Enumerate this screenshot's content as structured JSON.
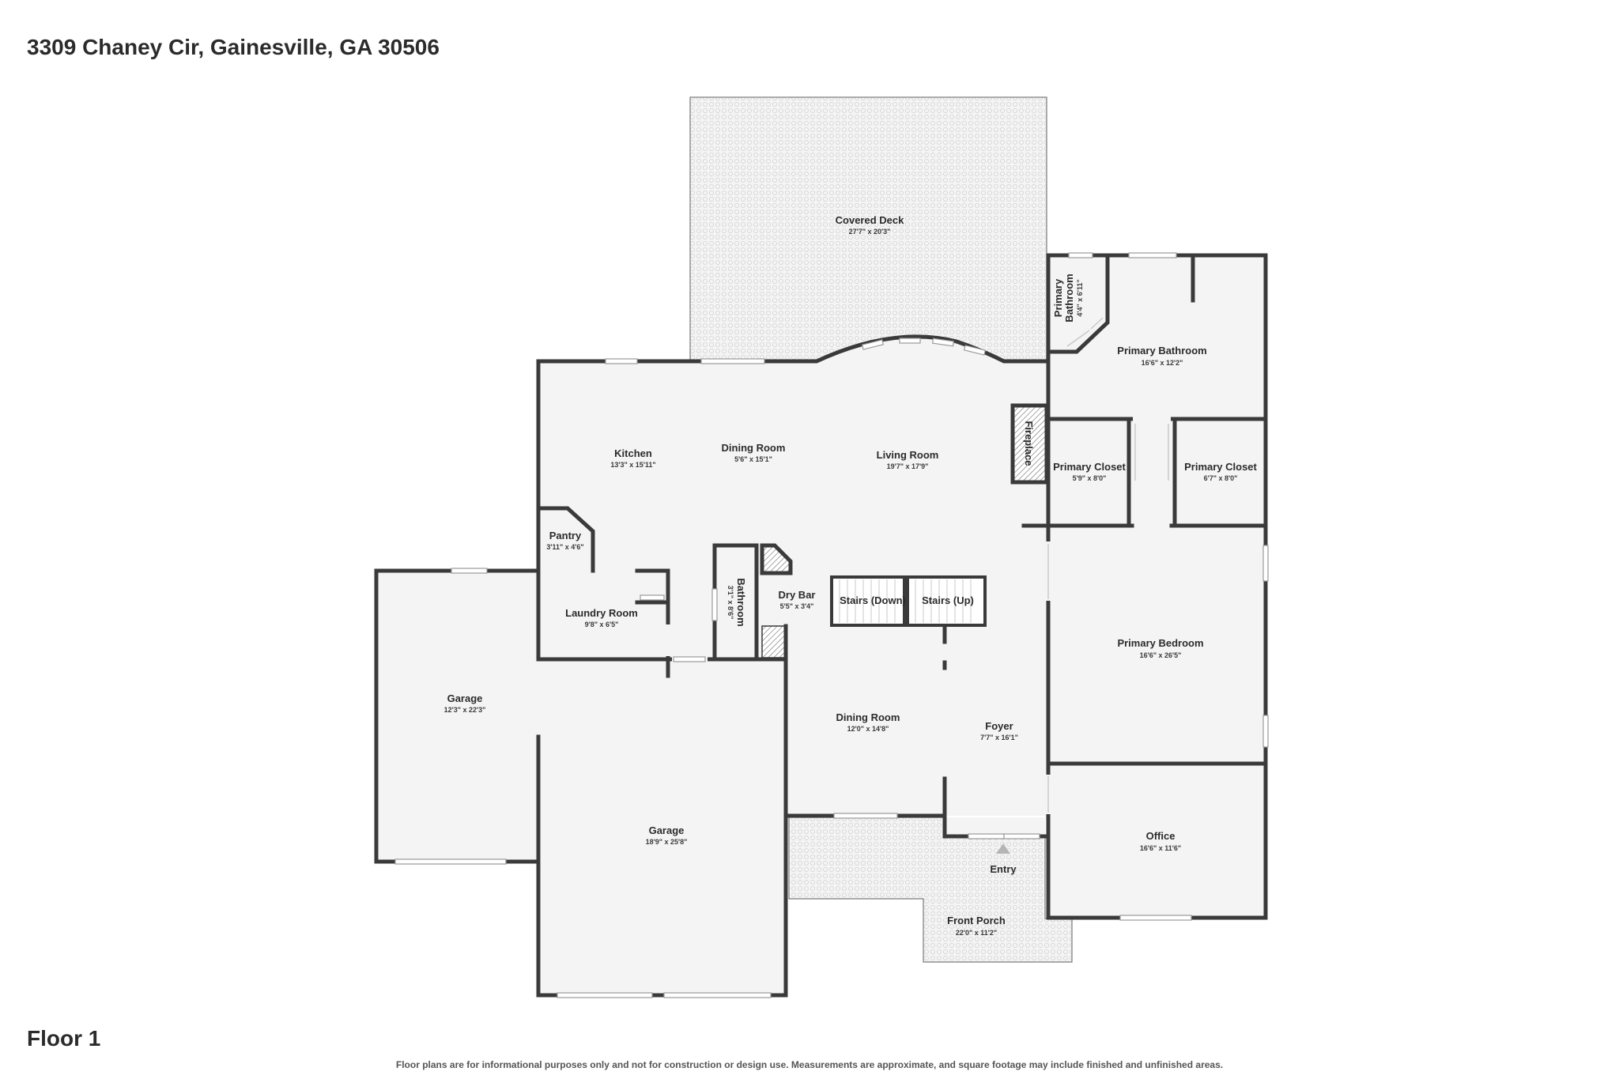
{
  "header": {
    "address": "3309 Chaney Cir, Gainesville, GA 30506"
  },
  "floor": {
    "label": "Floor 1"
  },
  "footer": {
    "disclaimer": "Floor plans are for informational purposes only and not for construction or design use. Measurements are approximate, and square footage may include finished and unfinished areas."
  },
  "rooms": {
    "covered_deck": {
      "name": "Covered Deck",
      "dims": "27'7\" x 20'3\""
    },
    "primary_bath_small": {
      "name_1": "Primary",
      "name_2": "Bathroom",
      "dims": "4'4\" x 6'11\""
    },
    "primary_bathroom": {
      "name": "Primary Bathroom",
      "dims": "16'6\" x 12'2\""
    },
    "kitchen": {
      "name": "Kitchen",
      "dims": "13'3\" x 15'11\""
    },
    "dining_room_upper": {
      "name": "Dining Room",
      "dims": "5'6\" x 15'1\""
    },
    "living_room": {
      "name": "Living Room",
      "dims": "19'7\" x 17'9\""
    },
    "fireplace": {
      "name": "Fireplace"
    },
    "primary_closet_left": {
      "name": "Primary Closet",
      "dims": "5'9\" x 8'0\""
    },
    "primary_closet_right": {
      "name": "Primary Closet",
      "dims": "6'7\" x 8'0\""
    },
    "pantry": {
      "name": "Pantry",
      "dims": "3'11\" x 4'6\""
    },
    "bathroom": {
      "name": "Bathroom",
      "dims": "3'1\" x 8'6\""
    },
    "dry_bar": {
      "name": "Dry Bar",
      "dims": "5'5\" x 3'4\""
    },
    "stairs_down": {
      "name": "Stairs (Down)"
    },
    "stairs_up": {
      "name": "Stairs (Up)"
    },
    "laundry_room": {
      "name": "Laundry Room",
      "dims": "9'8\" x 6'5\""
    },
    "primary_bedroom": {
      "name": "Primary Bedroom",
      "dims": "16'6\" x 26'5\""
    },
    "garage_left": {
      "name": "Garage",
      "dims": "12'3\" x 22'3\""
    },
    "dining_room_lower": {
      "name": "Dining Room",
      "dims": "12'0\" x 14'8\""
    },
    "foyer": {
      "name": "Foyer",
      "dims": "7'7\" x 16'1\""
    },
    "garage_main": {
      "name": "Garage",
      "dims": "18'9\" x 25'8\""
    },
    "entry": {
      "name": "Entry"
    },
    "office": {
      "name": "Office",
      "dims": "16'6\" x 11'6\""
    },
    "front_porch": {
      "name": "Front Porch",
      "dims": "22'0\" x 11'2\""
    }
  }
}
